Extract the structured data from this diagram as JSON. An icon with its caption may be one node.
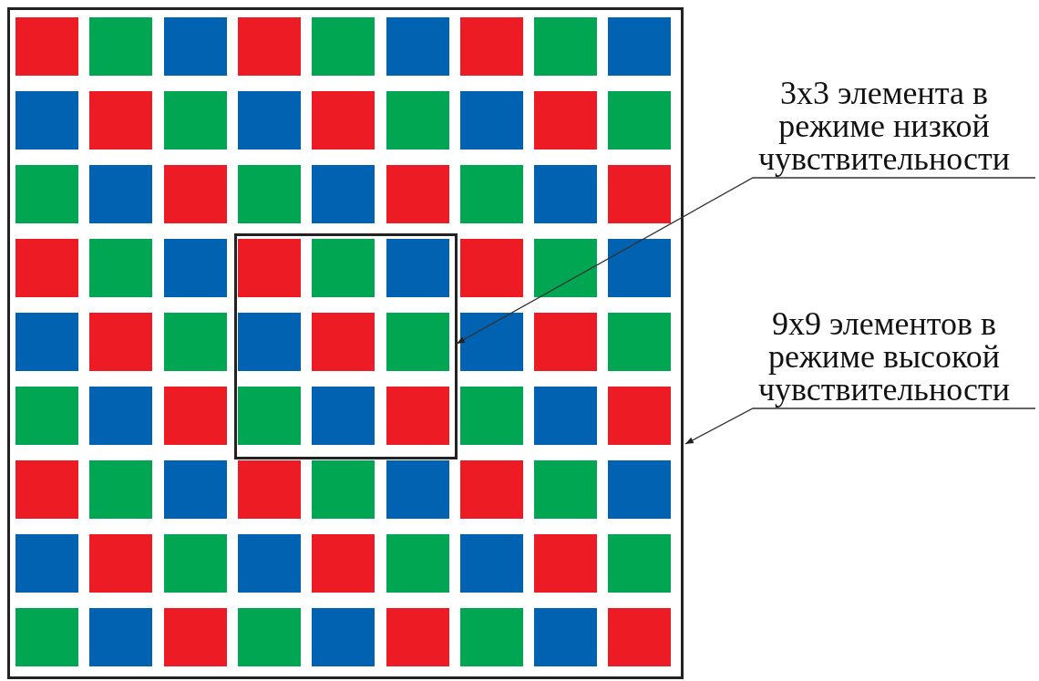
{
  "diagram": {
    "nodes": [
      {
        "text": [],
        "shape": "box"
      },
      {
        "text": [],
        "shape": "box",
        "in": 0
      },
      {
        "text": [
          "3x3 элемента в режиме низкой чувствительности"
        ]
      },
      {
        "text": [
          "9x9 элементов в режиме высокой чувствительности"
        ]
      }
    ],
    "edges": [
      {
        "from": 2,
        "to": 1,
        "arrow": "to"
      },
      {
        "from": 3,
        "to": 0,
        "arrow": "to"
      }
    ]
  }
}
